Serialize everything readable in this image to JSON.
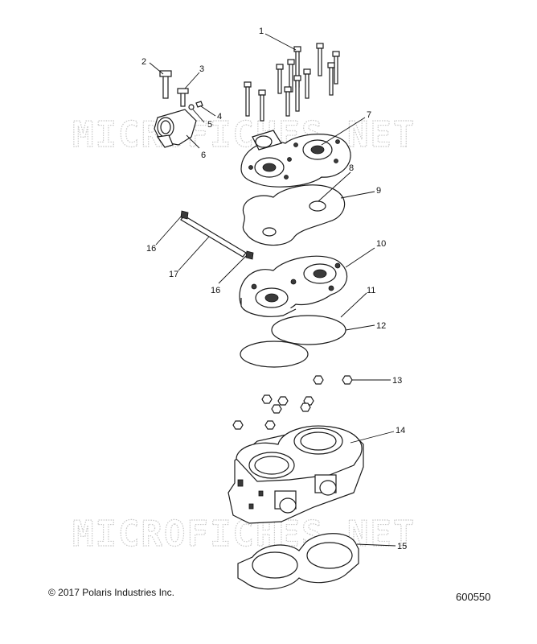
{
  "watermark": "MICROFICHES.NET",
  "copyright": "© 2017 Polaris Industries Inc.",
  "diagram_id": "600550",
  "callouts": [
    "1",
    "2",
    "3",
    "4",
    "5",
    "6",
    "7",
    "8",
    "9",
    "10",
    "11",
    "12",
    "13",
    "14",
    "15",
    "16",
    "16",
    "17"
  ]
}
